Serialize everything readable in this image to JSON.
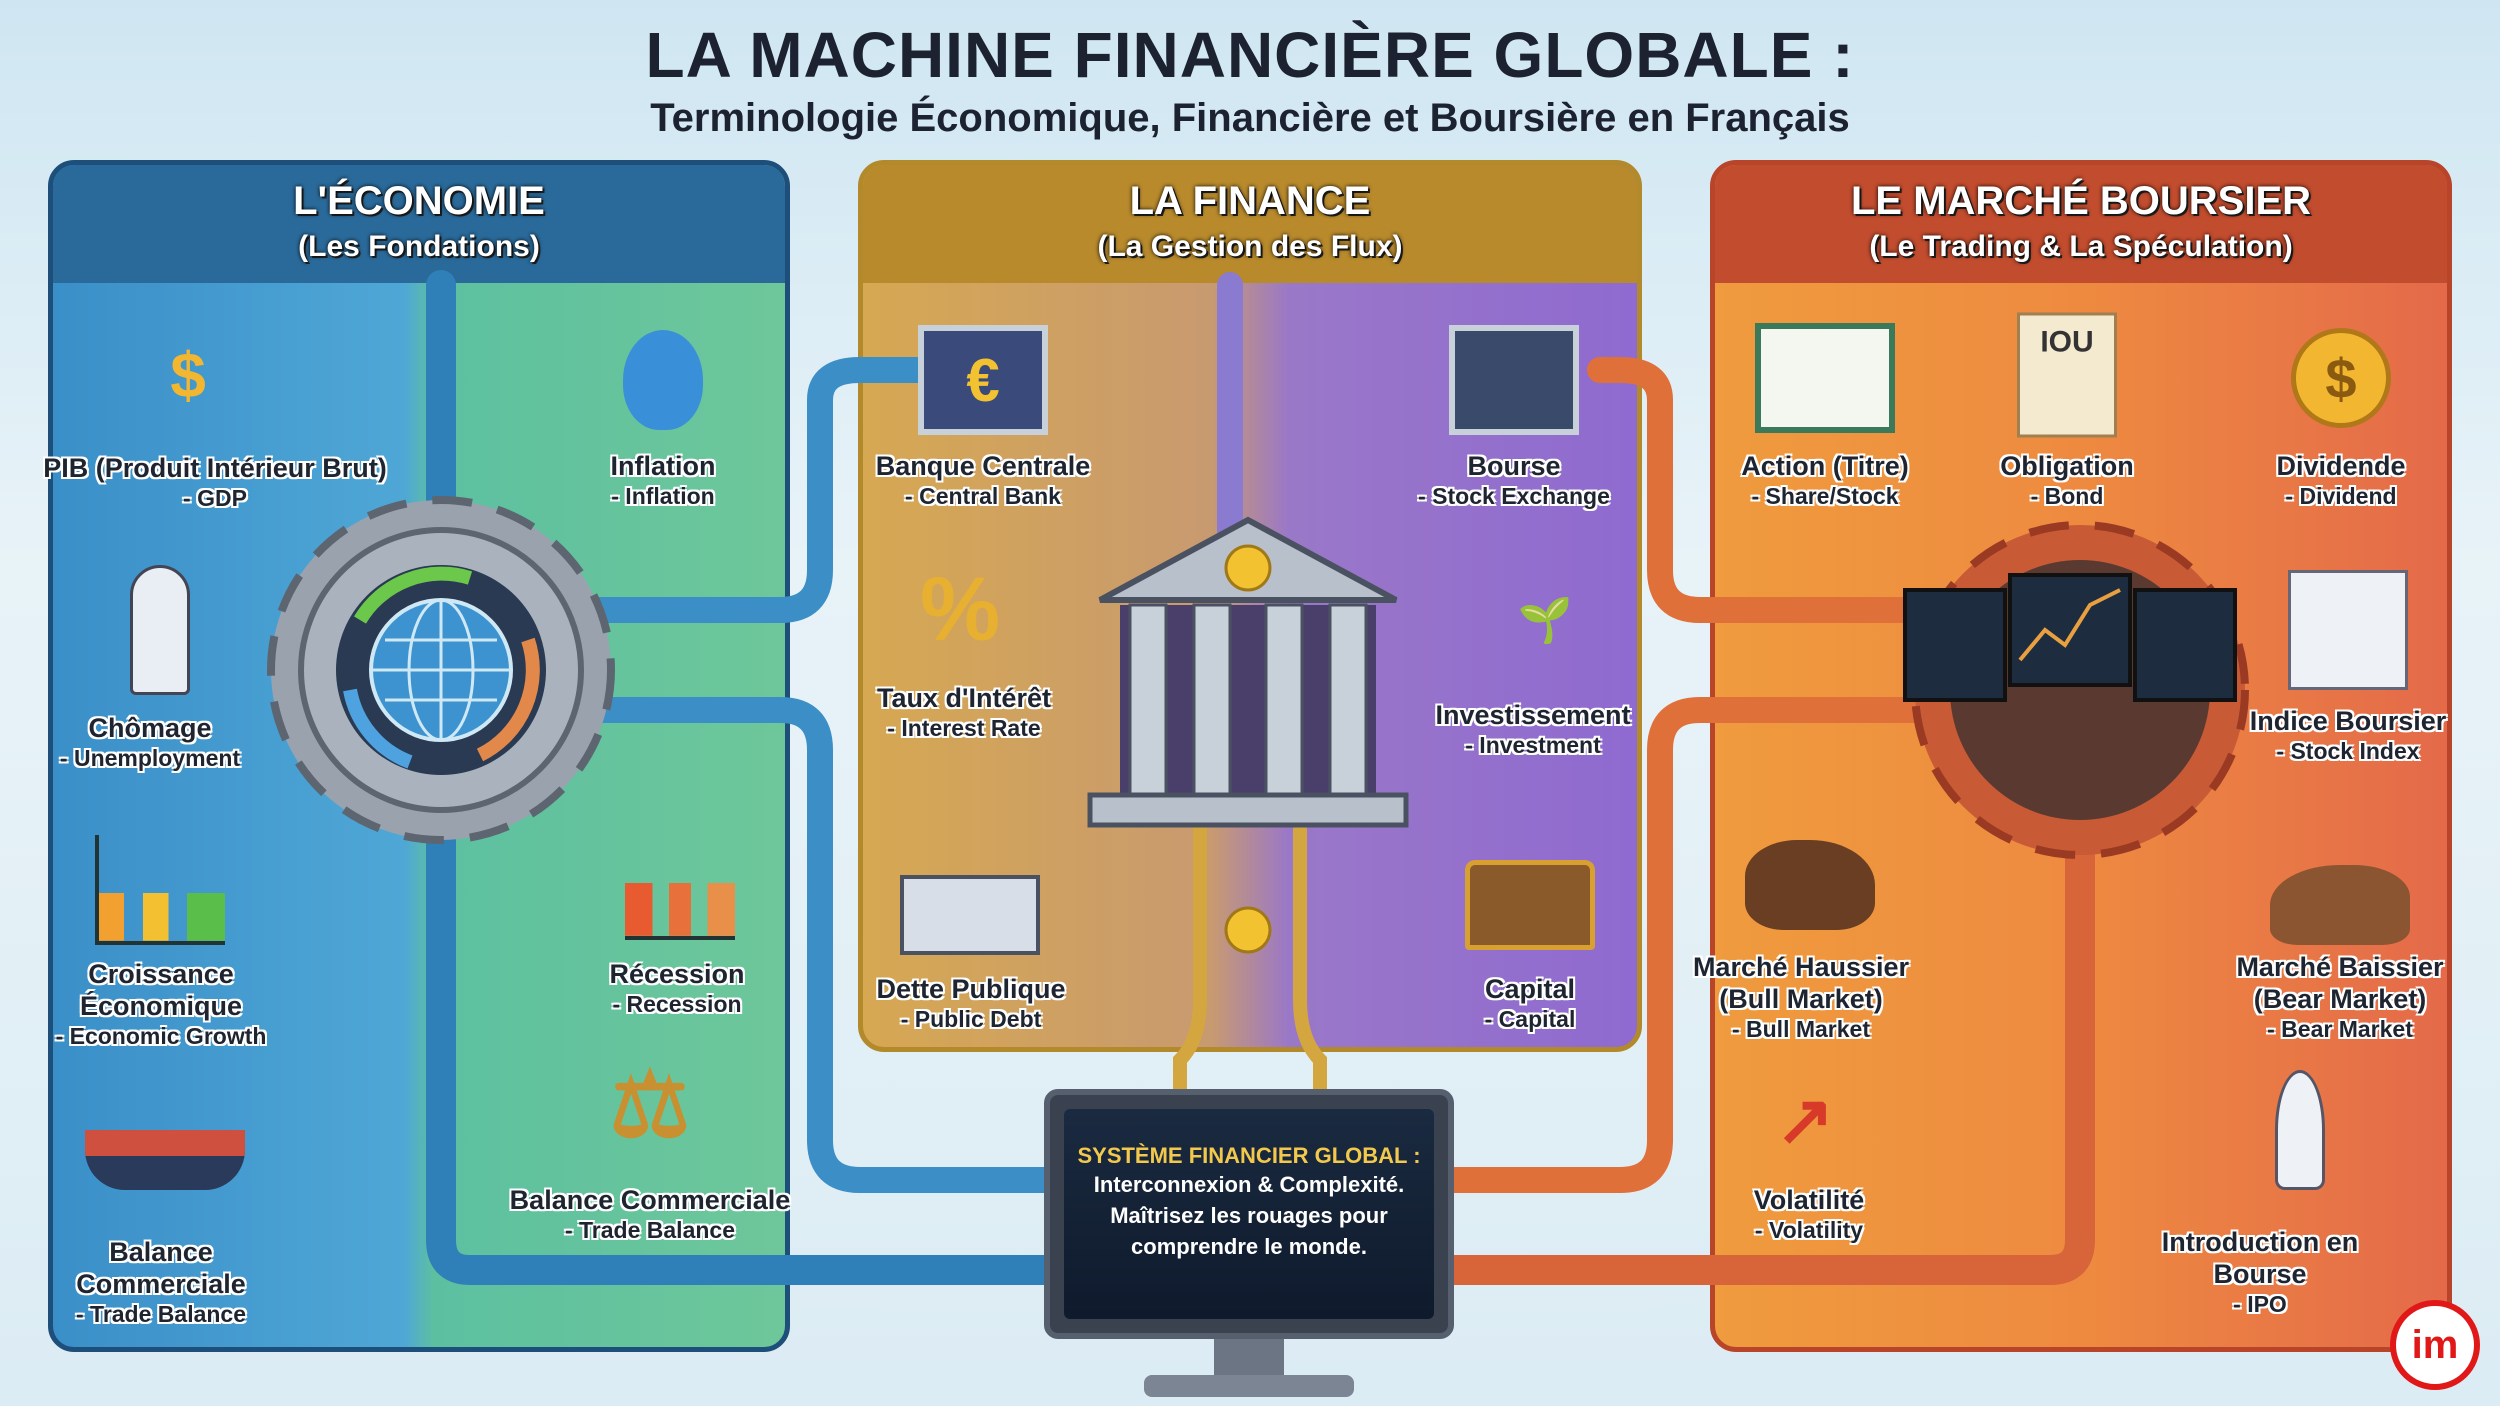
{
  "title": "LA MACHINE FINANCIÈRE GLOBALE :",
  "subtitle": "Terminologie Économique, Financière et Boursière en Français",
  "economy": {
    "title": "L'ÉCONOMIE",
    "subtitle": "(Les Fondations)",
    "items": [
      {
        "term": "PIB (Produit Intérieur Brut)",
        "en": "- GDP"
      },
      {
        "term": "Inflation",
        "en": "- Inflation"
      },
      {
        "term": "Chômage",
        "en": "- Unemployment"
      },
      {
        "term": "Croissance Économique",
        "en": "- Economic Growth"
      },
      {
        "term": "Récession",
        "en": "- Recession"
      },
      {
        "term": "Balance Commerciale",
        "en": "- Trade Balance"
      },
      {
        "term": "Balance Commerciale",
        "en": "- Trade Balance"
      }
    ]
  },
  "finance": {
    "title": "LA FINANCE",
    "subtitle": "(La Gestion des Flux)",
    "items": [
      {
        "term": "Banque Centrale",
        "en": "- Central Bank"
      },
      {
        "term": "Bourse",
        "en": "- Stock Exchange"
      },
      {
        "term": "Taux d'Intérêt",
        "en": "- Interest Rate"
      },
      {
        "term": "Investissement",
        "en": "- Investment"
      },
      {
        "term": "Dette Publique",
        "en": "- Public Debt"
      },
      {
        "term": "Capital",
        "en": "- Capital"
      }
    ]
  },
  "market": {
    "title": "LE MARCHÉ BOURSIER",
    "subtitle": "(Le Trading & La Spéculation)",
    "items": [
      {
        "term": "Action (Titre)",
        "en": "- Share/Stock"
      },
      {
        "term": "Obligation",
        "en": "- Bond"
      },
      {
        "term": "Dividende",
        "en": "- Dividend"
      },
      {
        "term": "Indice Boursier",
        "en": "- Stock Index"
      },
      {
        "term": "Marché Haussier",
        "term2": "(Bull Market)",
        "en": "- Bull Market"
      },
      {
        "term": "Marché Baissier",
        "term2": "(Bear Market)",
        "en": "- Bear Market"
      },
      {
        "term": "Volatilité",
        "en": "- Volatility"
      },
      {
        "term": "Introduction en Bourse",
        "en": "- IPO"
      }
    ]
  },
  "icons": {
    "bond": "IOU",
    "euro": "€",
    "dollar": "$",
    "percent": "%"
  },
  "monitor": {
    "heading": "SYSTÈME FINANCIER GLOBAL :",
    "line1": "Interconnexion & Complexité.",
    "line2": "Maîtrisez les rouages pour",
    "line3": "comprendre le monde."
  },
  "logo": "im"
}
